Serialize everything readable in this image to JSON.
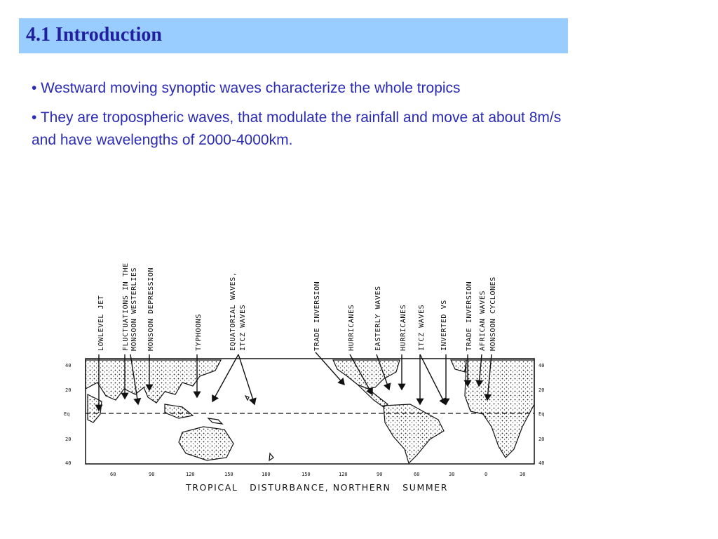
{
  "slide": {
    "title": "4.1 Introduction",
    "bullets": [
      "• Westward moving synoptic waves characterize the whole tropics",
      "• They are tropospheric waves, that modulate the rainfall and move at about 8m/s and have wavelengths of 2000-4000km."
    ]
  },
  "figure": {
    "caption": "TROPICAL   DISTURBANCE, NORTHERN   SUMMER",
    "labels": {
      "lowlevel_jet": "LOWLEVEL JET",
      "fluct_1": "FLUCTUATIONS IN THE",
      "fluct_2": "MONSOON WESTERLIES",
      "monsoon_depression": "MONSOON DEPRESSION",
      "typhoons": "TYPHOONS",
      "eq_1": "EQUATORIAL  WAVES,",
      "eq_2": "ITCZ  WAVES",
      "trade_inversion_1": "TRADE  INVERSION",
      "hurricanes_1": "HURRICANES",
      "easterly_waves": "EASTERLY WAVES",
      "hurricanes_2": "HURRICANES",
      "itcz_waves": "ITCZ  WAVES",
      "inverted_vs": "INVERTED  VS",
      "trade_inversion_2": "TRADE  INVERSION",
      "african_waves": "AFRICAN  WAVES",
      "monsoon_cyclones": "MONSOON  CYCLONES"
    },
    "lon_ticks": [
      "60",
      "90",
      "120",
      "150",
      "180",
      "150",
      "120",
      "90",
      "60",
      "30",
      "0",
      "30"
    ],
    "lat_ticks_left": [
      "40",
      "20",
      "Eq",
      "20",
      "40"
    ],
    "lat_ticks_right": [
      "40",
      "20",
      "Eq",
      "20",
      "40"
    ]
  }
}
